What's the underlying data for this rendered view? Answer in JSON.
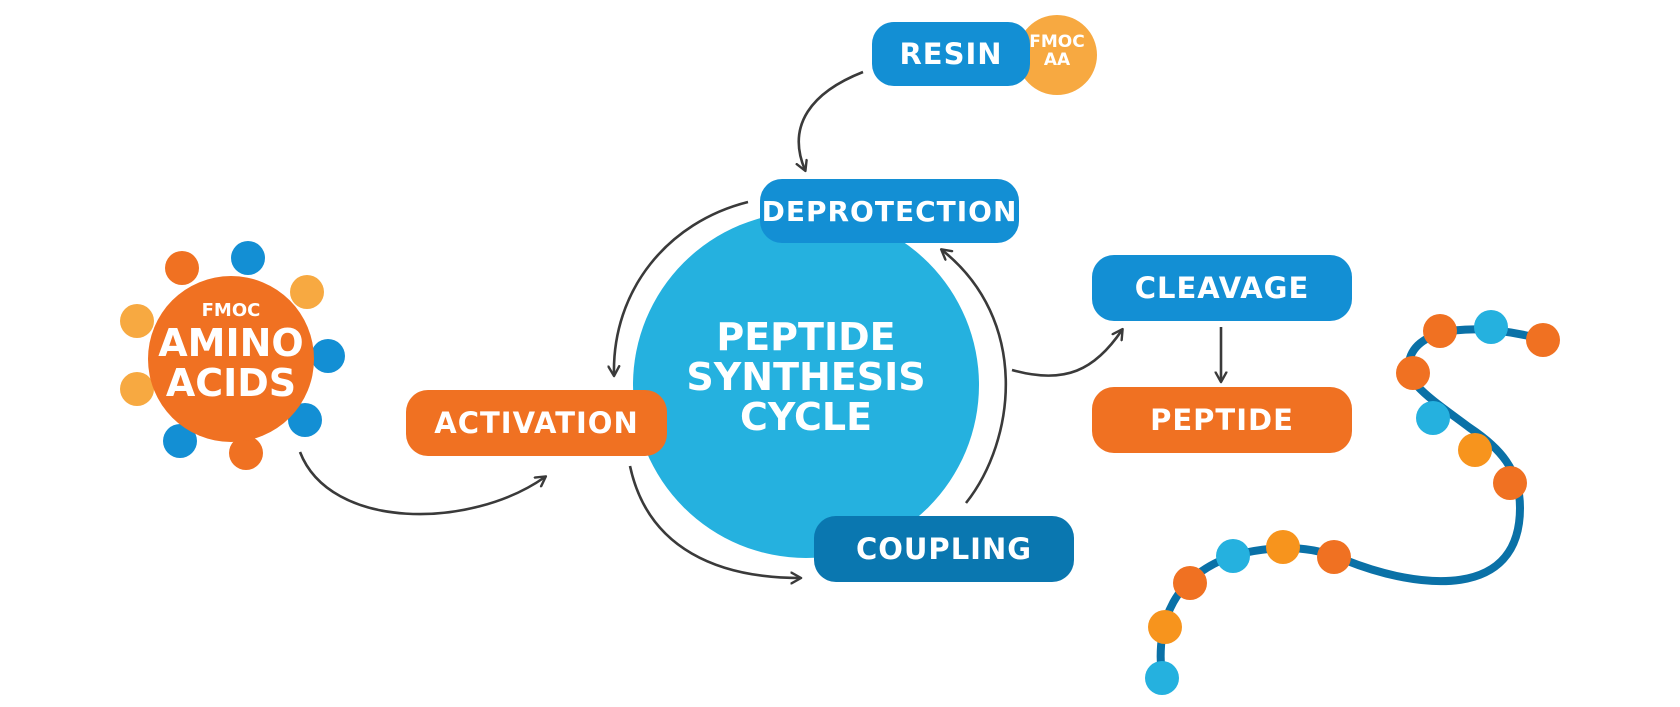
{
  "colors": {
    "orange": "#f07122",
    "light_orange": "#f7a941",
    "blue": "#138fd4",
    "light_blue": "#25b1df",
    "dark_blue": "#0a77b0",
    "arrow": "#3a3a3a",
    "chain": "#0a71a7"
  },
  "center": {
    "line1": "PEPTIDE",
    "line2": "SYNTHESIS",
    "line3": "CYCLE"
  },
  "steps": {
    "deprotection": "DEPROTECTION",
    "activation": "ACTIVATION",
    "coupling": "COUPLING",
    "cleavage": "CLEAVAGE",
    "peptide": "PEPTIDE",
    "resin": "RESIN"
  },
  "resin_badge": {
    "line1": "FMOC",
    "line2": "AA"
  },
  "amino_acids": {
    "line1": "FMOC",
    "line2": "AMINO",
    "line3": "ACIDS"
  }
}
